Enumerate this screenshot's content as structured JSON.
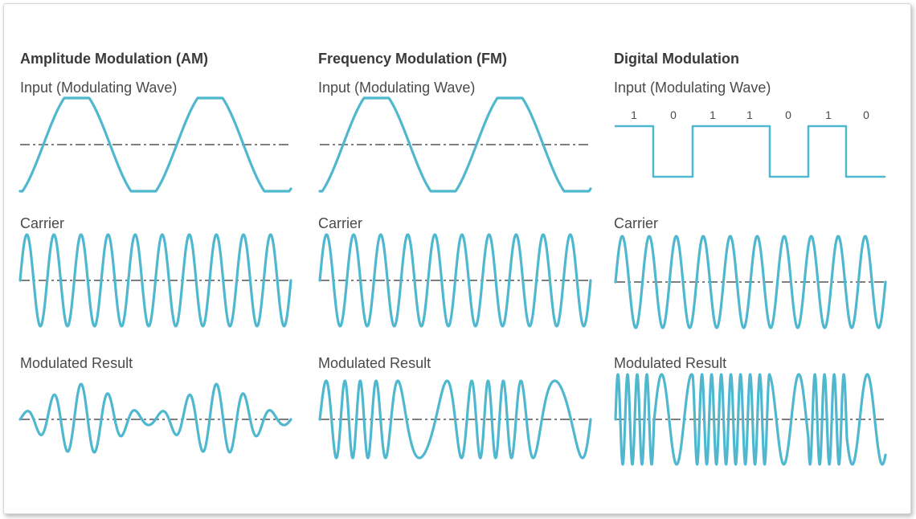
{
  "columns": [
    {
      "key": "am",
      "title": "Amplitude Modulation (AM)"
    },
    {
      "key": "fm",
      "title": "Frequency Modulation (FM)"
    },
    {
      "key": "digital",
      "title": "Digital Modulation"
    }
  ],
  "row_labels": {
    "input": "Input (Modulating Wave)",
    "carrier": "Carrier",
    "result": "Modulated Result"
  },
  "digital_bits": [
    "1",
    "0",
    "1",
    "1",
    "0",
    "1",
    "0"
  ],
  "colors": {
    "wave": "#4fb8cf",
    "baseline": "#555555",
    "text": "#3a3a3a"
  }
}
